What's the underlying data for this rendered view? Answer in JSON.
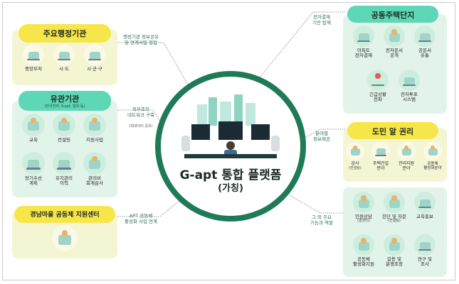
{
  "center": {
    "line1": "G-apt 통합 플랫폼",
    "line2": "(가칭)"
  },
  "left": [
    {
      "title": "주요행정기관",
      "items": [
        {
          "label": "중앙부처"
        },
        {
          "label": "시·도"
        },
        {
          "label": "시·군·구"
        }
      ]
    },
    {
      "title": "유관기관",
      "subtitle": "(한국전력, K-apt, 협회 등)",
      "items": [
        {
          "label": "교육"
        },
        {
          "label": "컨설팅"
        },
        {
          "label": "지원사업"
        },
        {
          "label": "장기수선\n계획"
        },
        {
          "label": "유지관리\n이력"
        },
        {
          "label": "관리비\n회계감사"
        }
      ]
    },
    {
      "title": "경남마을 공동체 지원센터"
    }
  ],
  "right": [
    {
      "title": "공동주택단지",
      "items": [
        {
          "label": "아파트\n전자결재"
        },
        {
          "label": "전자문서\n공개"
        },
        {
          "label": "공문서\n유통"
        },
        {
          "label": "긴급상황\n전파"
        },
        {
          "label": "전자투표\n시스템"
        }
      ]
    },
    {
      "title": "도민 알 권리",
      "items": [
        {
          "label": "감사",
          "sub": "(컨설팅)"
        },
        {
          "label": "주택건설\n분야"
        },
        {
          "label": "관리지원\n분야"
        },
        {
          "label": "공동체\n활성화분야"
        }
      ]
    },
    {
      "items": [
        {
          "label": "민원상담",
          "sub": "(콜센터)"
        },
        {
          "label": "진단 및 자문",
          "sub": "(컨설팅)"
        },
        {
          "label": "교육홍보"
        },
        {
          "label": "공동체\n활성화지원"
        },
        {
          "label": "갈등 및\n분쟁조정"
        },
        {
          "label": "연구 및\n조사"
        }
      ]
    }
  ],
  "connectors": {
    "left1": "행정기관 정보공유\n및 연계사업 협업",
    "left2": "외부조직\n네트워크 구축",
    "left2_sub": "(빅데이터 공유)",
    "left3": "APT 공동체\n활성화 사업 연계",
    "right1": "전자결재\n기반 탑재",
    "right2": "분야별\n정보제공",
    "right3": "그 외 주요\n기능과 역할"
  },
  "colors": {
    "ring": "#1f7a57",
    "panel_yellow": "#f4f6d3",
    "panel_mint": "#e2f3ea",
    "header_yellow": "#f7e64a",
    "header_mint": "#5dd7b6"
  }
}
